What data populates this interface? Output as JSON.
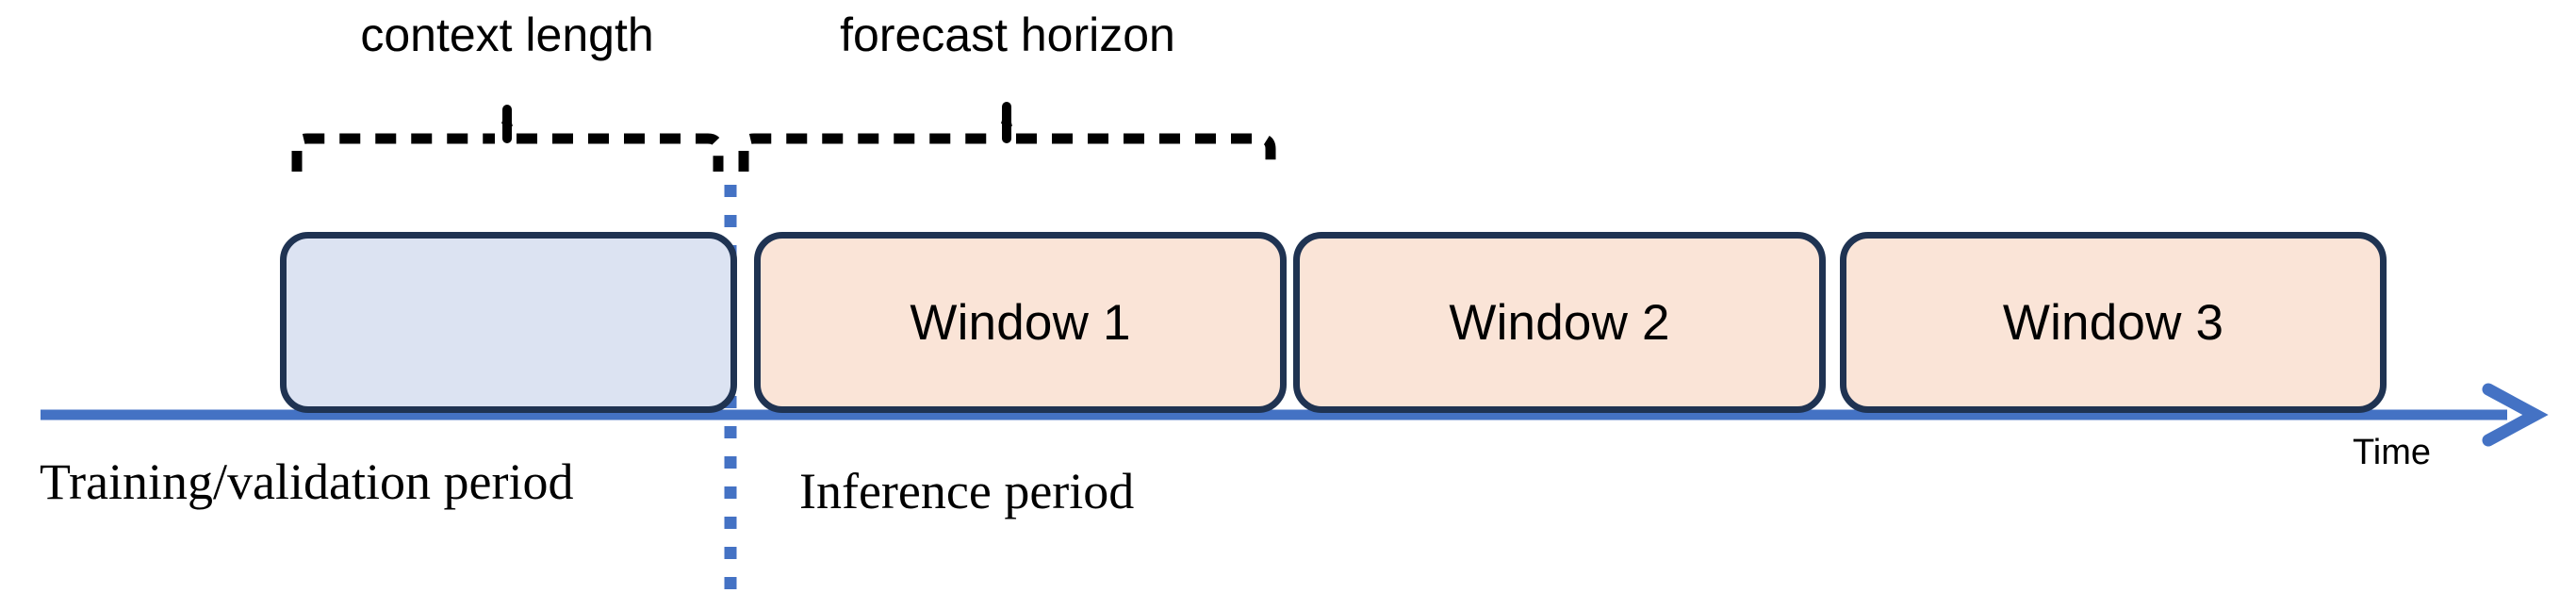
{
  "diagram": {
    "title": "Time series forecasting timeline",
    "colors": {
      "box_stroke": "#1F3352",
      "context_fill": "#DCE3F2",
      "window_fill": "#FAE4D7",
      "axis": "#4472C4",
      "divider": "#4472C4",
      "bracket": "#000000"
    },
    "brackets": [
      {
        "name": "context-length",
        "label": "context length"
      },
      {
        "name": "forecast-horizon",
        "label": "forecast horizon"
      }
    ],
    "boxes": [
      {
        "name": "context-box",
        "label": "",
        "kind": "context"
      },
      {
        "name": "window-1-box",
        "label": "Window 1",
        "kind": "window"
      },
      {
        "name": "window-2-box",
        "label": "Window 2",
        "kind": "window"
      },
      {
        "name": "window-3-box",
        "label": "Window 3",
        "kind": "window"
      }
    ],
    "periods": [
      {
        "name": "training-validation-period",
        "label": "Training/validation period"
      },
      {
        "name": "inference-period",
        "label": "Inference period"
      }
    ],
    "axis": {
      "label": "Time",
      "direction": "right"
    }
  }
}
